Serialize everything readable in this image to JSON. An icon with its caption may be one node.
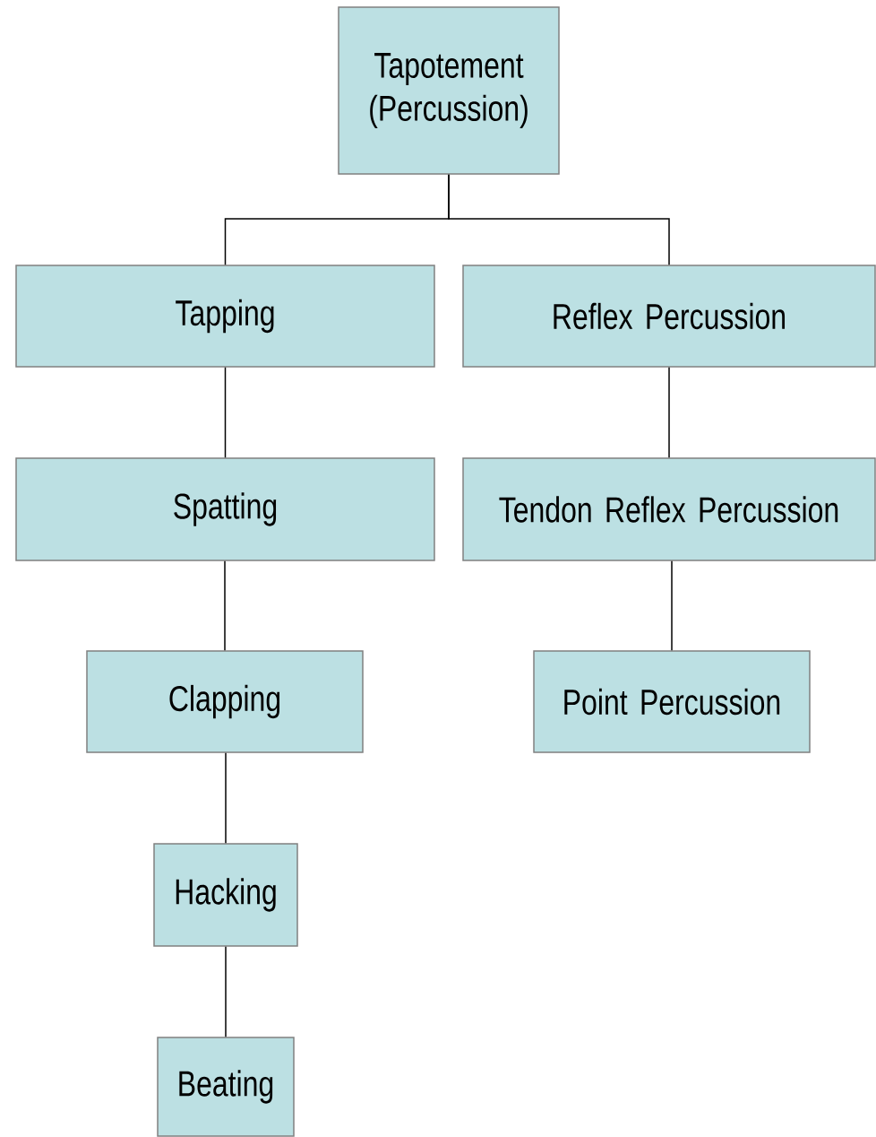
{
  "diagram": {
    "nodes": [
      {
        "text": [
          "Tapotement (Percussion)"
        ]
      },
      {
        "text": [
          "Tapping"
        ]
      },
      {
        "text": [
          "Reflex Percussion"
        ]
      },
      {
        "text": [
          "Spatting"
        ]
      },
      {
        "text": [
          "Tendon Reflex Percussion"
        ]
      },
      {
        "text": [
          "Clapping"
        ]
      },
      {
        "text": [
          "Point Percussion"
        ]
      },
      {
        "text": [
          "Hacking"
        ]
      },
      {
        "text": [
          "Beating"
        ]
      }
    ],
    "edges": [
      {
        "from": 0,
        "to": 1,
        "arrow": "none"
      },
      {
        "from": 0,
        "to": 2,
        "arrow": "none"
      },
      {
        "from": 1,
        "to": 3,
        "arrow": "none"
      },
      {
        "from": 3,
        "to": 5,
        "arrow": "none"
      },
      {
        "from": 5,
        "to": 7,
        "arrow": "none"
      },
      {
        "from": 7,
        "to": 8,
        "arrow": "none"
      },
      {
        "from": 2,
        "to": 4,
        "arrow": "none"
      },
      {
        "from": 4,
        "to": 6,
        "arrow": "none"
      }
    ]
  }
}
